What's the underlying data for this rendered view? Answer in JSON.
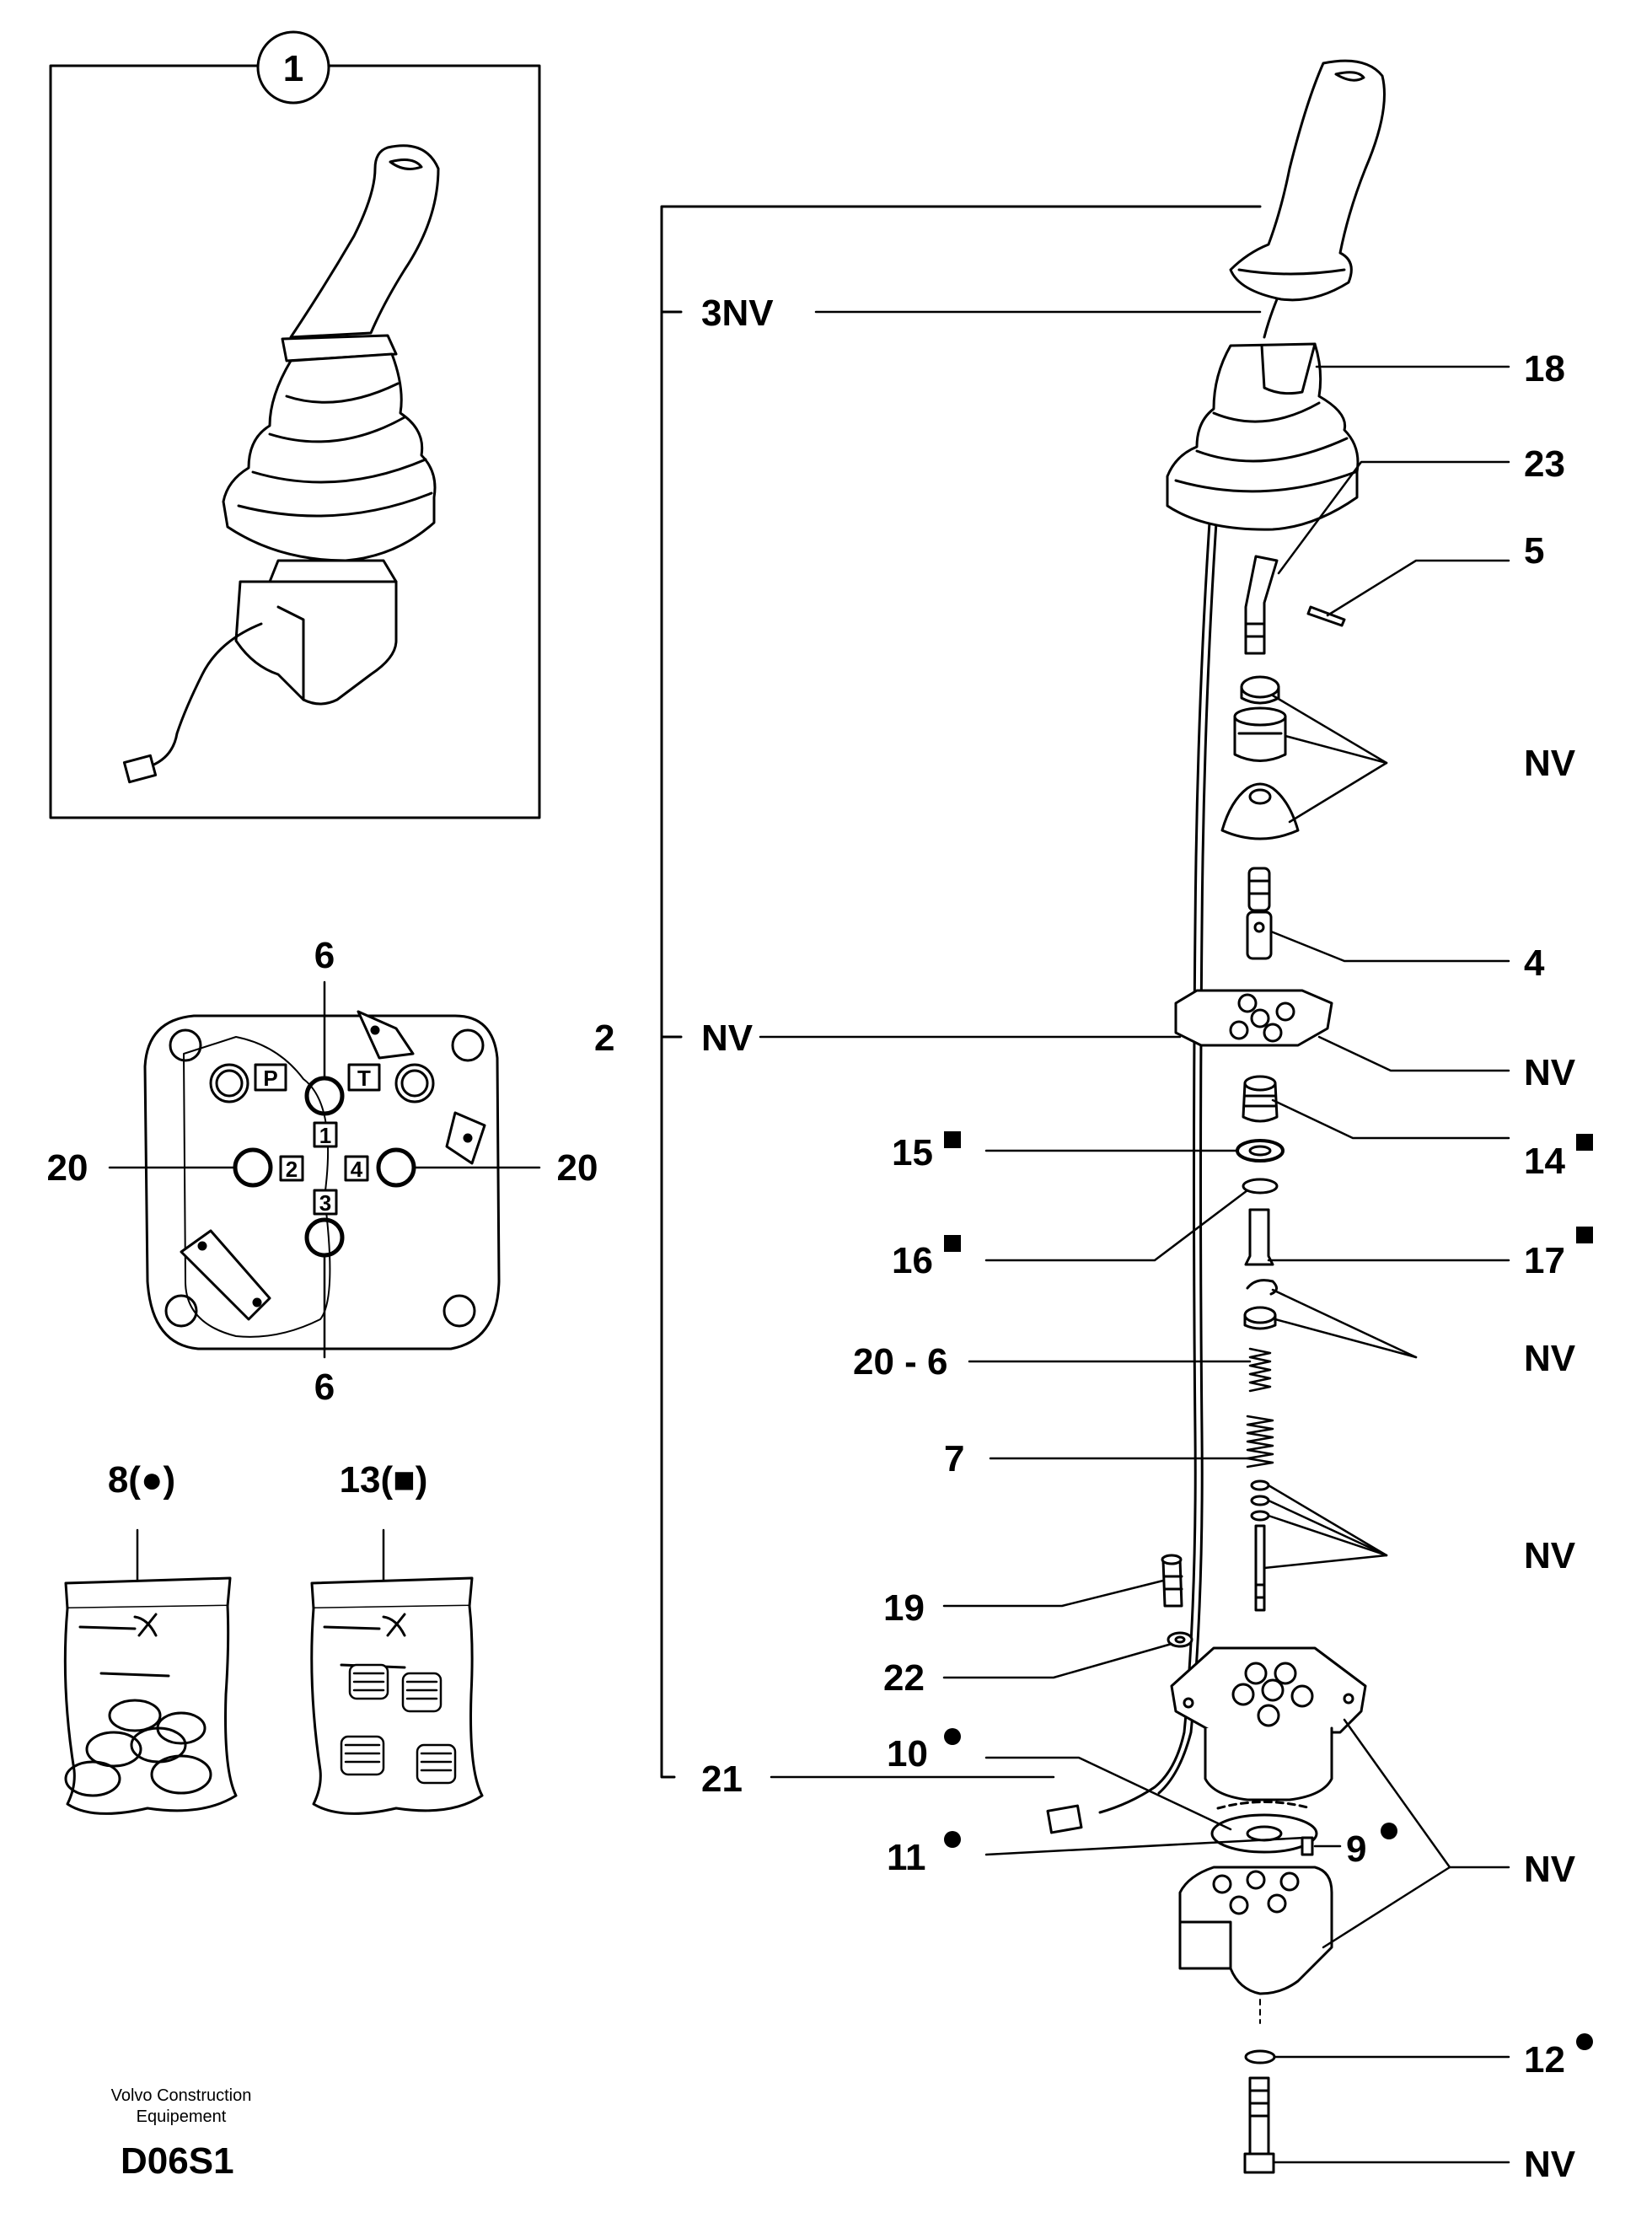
{
  "inset": {
    "callout": "1"
  },
  "base_view": {
    "ports": {
      "p": "P",
      "t": "T",
      "n1": "1",
      "n2": "2",
      "n3": "3",
      "n4": "4"
    },
    "labels": {
      "top": "6",
      "bottom": "6",
      "left": "20",
      "right": "20"
    }
  },
  "kits": {
    "kit_a": {
      "label": "8(●)"
    },
    "kit_b": {
      "label": "13(■)"
    }
  },
  "parts": {
    "p3nv": "3NV",
    "p18": "18",
    "p23": "23",
    "p5": "5",
    "nv_a": "NV",
    "p4": "4",
    "p2": "2",
    "p2nv": "NV",
    "nv_b": "NV",
    "p15": "15",
    "p14": "14",
    "p16": "16",
    "p17": "17",
    "nv_c": "NV",
    "p20_6": "20 - 6",
    "p7": "7",
    "nv_d": "NV",
    "p19": "19",
    "p22": "22",
    "p10": "10",
    "p11": "11",
    "p9": "9",
    "nv_e": "NV",
    "p21": "21",
    "p12": "12",
    "nv_f": "NV"
  },
  "footer": {
    "company_line1": "Volvo Construction",
    "company_line2": "Equipement",
    "code": "D06S1"
  }
}
